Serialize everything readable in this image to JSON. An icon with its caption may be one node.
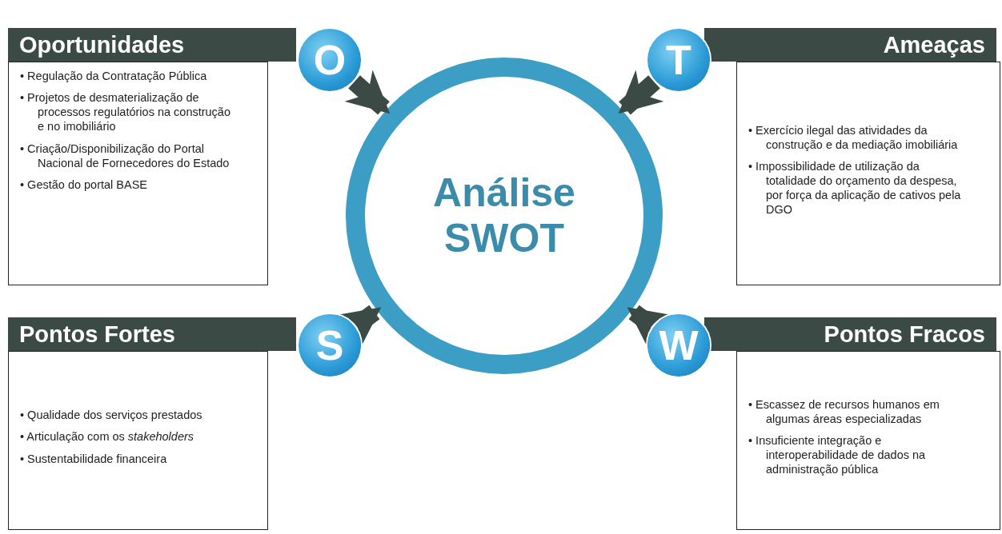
{
  "diagram": {
    "nodes": [
      {
        "text": [
          "Oportunidades",
          "• Regulação da Contratação Pública",
          "• Projetos de desmaterialização de processos regulatórios na construção e no imobiliário",
          "• Criação/Disponibilização do Portal Nacional de Fornecedores do Estado",
          "• Gestão do portal BASE"
        ]
      },
      {
        "text": [
          "O"
        ]
      },
      {
        "text": [
          "T"
        ]
      },
      {
        "text": [
          "Ameaças",
          "• Exercício ilegal das atividades da construção e da mediação imobiliária",
          "• Impossibilidade de utilização da totalidade do orçamento da despesa, por força da aplicação de cativos pela DGO"
        ]
      },
      {
        "text": [
          "Análise SWOT"
        ]
      },
      {
        "text": [
          "Pontos Fortes",
          "• Qualidade dos serviços prestados",
          "• Articulação com os *stakeholders*",
          "• Sustentabilidade financeira"
        ]
      },
      {
        "text": [
          "S"
        ]
      },
      {
        "text": [
          "W"
        ]
      },
      {
        "text": [
          "Pontos Fracos",
          "• Escassez de recursos humanos em algumas áreas especializadas",
          "• Insuficiente integração e interoperabilidade de dados na administração pública"
        ]
      }
    ],
    "edges": [
      {
        "from": 1,
        "to": 4,
        "arrow": "to"
      },
      {
        "from": 2,
        "to": 4,
        "arrow": "to"
      },
      {
        "from": 6,
        "to": 4,
        "arrow": "to"
      },
      {
        "from": 7,
        "to": 4,
        "arrow": "to"
      }
    ]
  }
}
